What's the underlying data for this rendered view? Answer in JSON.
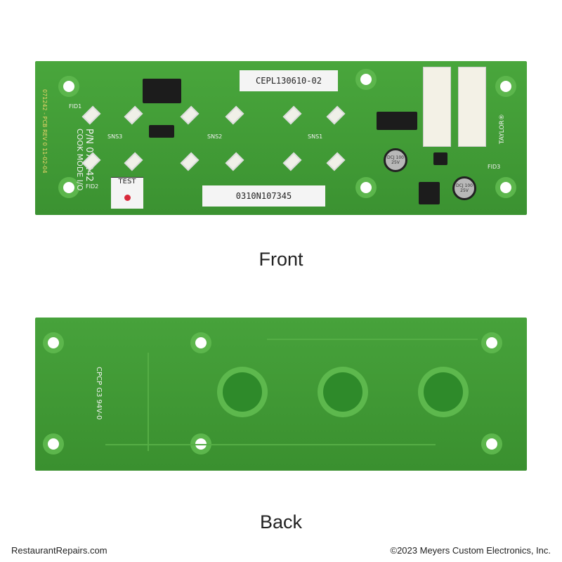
{
  "front": {
    "caption": "Front",
    "label_top": "CEPL130610-02",
    "barcode": "0310N107345",
    "test_label": "TEST",
    "part_number": "P/N 071242",
    "board_name": "COOK MODE I/O",
    "revision": "071242 - PCB REV 0 11-02-04",
    "brand": "TAYLOR®",
    "sensors": [
      "SNS3",
      "SNS2",
      "SNS1"
    ],
    "fiducials": [
      "FID1",
      "FID2",
      "FID3"
    ],
    "cap_text": "DCJ 100 25V"
  },
  "back": {
    "caption": "Back",
    "marking": "CPCP G3 94V-0"
  },
  "footer": {
    "site": "RestaurantRepairs.com",
    "copyright": "©2023 Meyers Custom Electronics, Inc."
  }
}
